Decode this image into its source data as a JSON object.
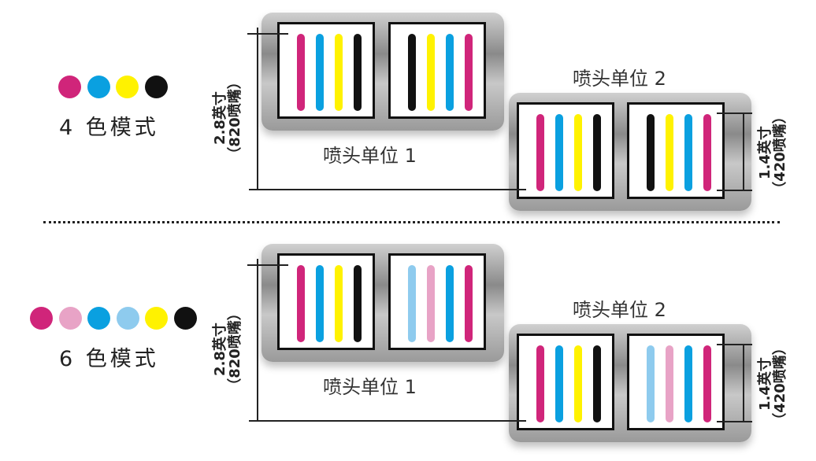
{
  "palette": {
    "M": "#d0257a",
    "C": "#0aa0e0",
    "Y": "#fff200",
    "K": "#111111",
    "LC": "#8ecbee",
    "LM": "#e8a3c6"
  },
  "sections": [
    {
      "mode_label": "4 色模式",
      "dots": [
        "M",
        "C",
        "Y",
        "K"
      ],
      "unit1_label": "喷头单位 1",
      "unit2_label": "喷头单位 2",
      "unit1_boxes": [
        [
          "M",
          "C",
          "Y",
          "K"
        ],
        [
          "K",
          "Y",
          "C",
          "M"
        ]
      ],
      "unit2_boxes": [
        [
          "M",
          "C",
          "Y",
          "K"
        ],
        [
          "K",
          "Y",
          "C",
          "M"
        ]
      ],
      "left_dim": {
        "line1": "2.8英寸",
        "line2": "（820喷嘴）"
      },
      "right_dim": {
        "line1": "1.4英寸",
        "line2": "（420喷嘴）"
      }
    },
    {
      "mode_label": "6 色模式",
      "dots": [
        "M",
        "LM",
        "C",
        "LC",
        "Y",
        "K"
      ],
      "unit1_label": "喷头单位 1",
      "unit2_label": "喷头单位 2",
      "unit1_boxes": [
        [
          "M",
          "C",
          "Y",
          "K"
        ],
        [
          "LC",
          "LM",
          "C",
          "M"
        ]
      ],
      "unit2_boxes": [
        [
          "M",
          "C",
          "Y",
          "K"
        ],
        [
          "LC",
          "LM",
          "C",
          "M"
        ]
      ],
      "left_dim": {
        "line1": "2.8英寸",
        "line2": "（820喷嘴）"
      },
      "right_dim": {
        "line1": "1.4英寸",
        "line2": "（420喷嘴）"
      }
    }
  ]
}
